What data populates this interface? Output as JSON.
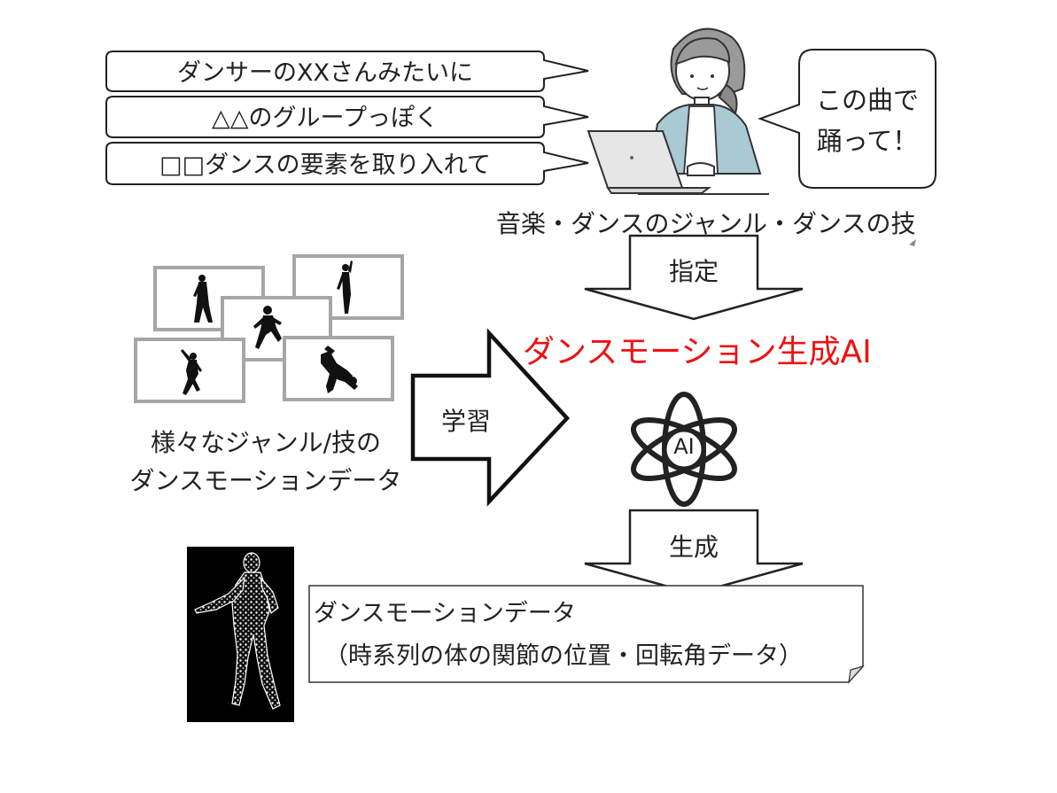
{
  "bubbles": [
    "ダンサーのXXさんみたいに",
    "△△のグループっぽく",
    "□□ダンスの要素を取り入れて"
  ],
  "speech": {
    "line1": "この曲で",
    "line2": "踊って！"
  },
  "spec_caption": "音楽・ダンスのジャンル・ダンスの技",
  "arrow_spec_label": "指定",
  "ai_title": "ダンスモーション生成AI",
  "ai_icon_text": "AI",
  "learn_label": "学習",
  "dataset_caption": {
    "line1": "様々なジャンル/技の",
    "line2": "ダンスモーションデータ"
  },
  "arrow_generate_label": "生成",
  "output": {
    "line1": "ダンスモーションデータ",
    "line2": "（時系列の体の関節の位置・回転角データ）"
  },
  "colors": {
    "ai_title": "#ee1111",
    "frame_gray": "#a6a6a6",
    "jacket": "#a9c9d3"
  }
}
